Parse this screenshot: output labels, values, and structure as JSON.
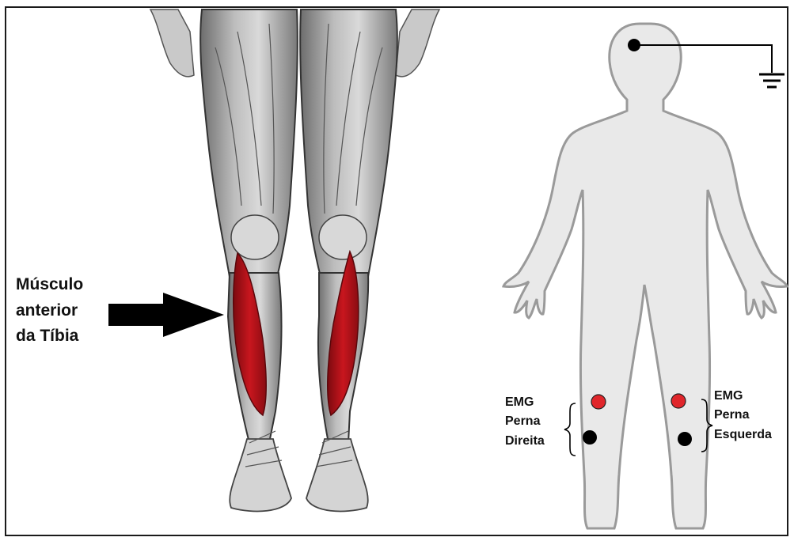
{
  "muscle_label": {
    "lines": [
      "Músculo",
      "anterior",
      "da Tíbia"
    ]
  },
  "emg_right_leg": {
    "lines": [
      "EMG",
      "Perna",
      "Direita"
    ]
  },
  "emg_left_leg": {
    "lines": [
      "EMG",
      "Perna",
      "Esquerda"
    ]
  },
  "colors": {
    "muscle_highlight": "#b3141b",
    "electrode_active": "#e0262b",
    "electrode_reference": "#000000",
    "body_fill": "#e9e9e9",
    "body_outline": "#9a9a9a",
    "arrow": "#000000"
  },
  "icons": [
    "ground-symbol-icon",
    "arrow-right-icon",
    "brace-icon"
  ]
}
